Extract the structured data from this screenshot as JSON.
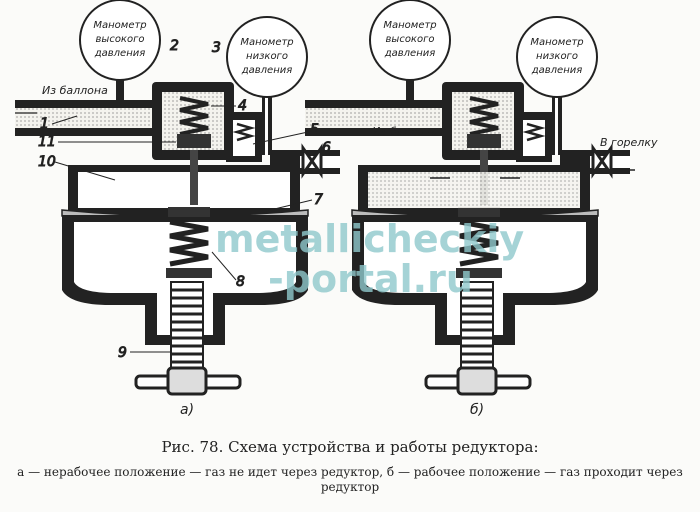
{
  "figure": {
    "gauge_high": [
      "Манометр",
      "высокого",
      "давления"
    ],
    "gauge_low": [
      "Манометр",
      "низкого",
      "давления"
    ],
    "inlet_label": "Из баллона",
    "outlet_label": "В горелку",
    "part_numbers": [
      "1",
      "2",
      "3",
      "4",
      "5",
      "6",
      "7",
      "8",
      "9",
      "10",
      "11"
    ],
    "sub_a": "а)",
    "sub_b": "б)",
    "watermark": [
      "metallicheckiy",
      "-portal.ru"
    ]
  },
  "caption": {
    "title": "Рис. 78. Схема устройства и работы редуктора:",
    "text": "а — нерабочее положение — газ не идет через редуктор, б — рабочее положение — газ проходит через редуктор"
  }
}
